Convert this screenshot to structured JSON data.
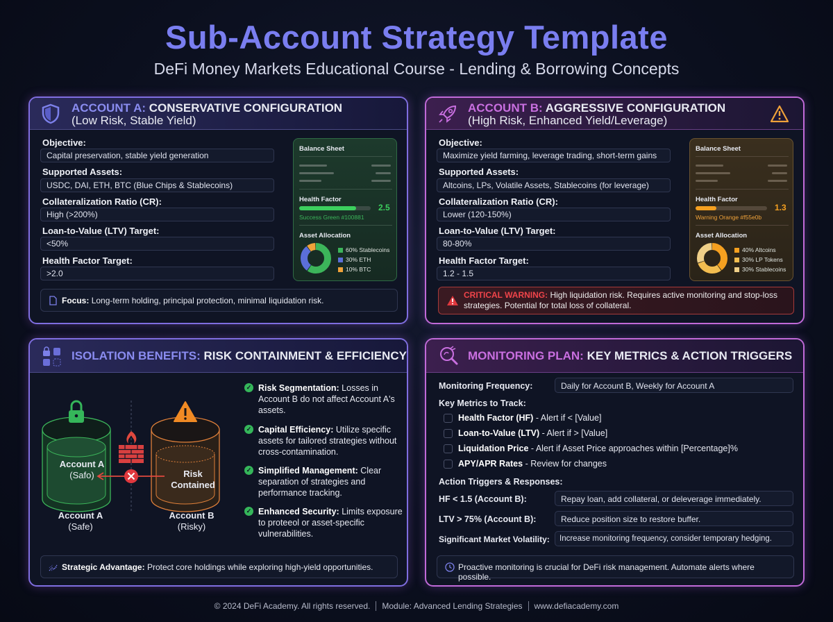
{
  "header": {
    "title": "Sub-Account Strategy Template",
    "subtitle": "DeFi Money Markets Educational Course - Lending & Borrowing Concepts"
  },
  "account_a": {
    "prefix": "ACCOUNT A:",
    "title": "CONSERVATIVE CONFIGURATION",
    "subtitle": "(Low Risk, Stable Yield)",
    "fields": [
      {
        "label": "Objective:",
        "value": "Capital preservation, stable yield generation"
      },
      {
        "label": "Supported Assets:",
        "value": "USDC, DAI, ETH, BTC (Blue Chips & Stablecoins)"
      },
      {
        "label": "Collateralization Ratio (CR):",
        "value": "High (>200%)"
      },
      {
        "label": "Loan-to-Value (LTV) Target:",
        "value": "<50%"
      },
      {
        "label": "Health Factor Target:",
        "value": ">2.0"
      }
    ],
    "balance_sheet": {
      "title": "Balance Sheet",
      "health_label": "Health Factor",
      "health_value": "2.5",
      "health_fill_pct": 80,
      "health_note": "Success Green #100881",
      "allocation_title": "Asset Allocation",
      "allocation": [
        {
          "label": "60% Stablecoins",
          "value": 60,
          "color": "#3cb55a"
        },
        {
          "label": "30% ETH",
          "value": 30,
          "color": "#5b6fd8"
        },
        {
          "label": "10% BTC",
          "value": 10,
          "color": "#f0a23a"
        }
      ]
    },
    "focus_label": "Focus:",
    "focus_text": "Long-term holding, principal protection, minimal liquidation risk."
  },
  "account_b": {
    "prefix": "ACCOUNT B:",
    "title": "AGGRESSIVE CONFIGURATION",
    "subtitle": "(High Risk, Enhanced Yield/Leverage)",
    "fields": [
      {
        "label": "Objective:",
        "value": "Maximize yield farming, leverage trading, short-term gains"
      },
      {
        "label": "Supported Assets:",
        "value": "Altcoins, LPs, Volatile Assets, Stablecoins (for leverage)"
      },
      {
        "label": "Collateralization Ratio (CR):",
        "value": "Lower (120-150%)"
      },
      {
        "label": "Loan-to-Value (LTV) Target:",
        "value": "80-80%"
      },
      {
        "label": "Health Factor Target:",
        "value": "1.2 - 1.5"
      }
    ],
    "balance_sheet": {
      "title": "Balance Sheet",
      "health_label": "Health Factor",
      "health_value": "1.3",
      "health_fill_pct": 29,
      "health_note": "Warning Orange #f55e0b",
      "allocation_title": "Asset Allocation",
      "allocation": [
        {
          "label": "40% Altcoins",
          "value": 40,
          "color": "#f5a020"
        },
        {
          "label": "30% LP Tokens",
          "value": 30,
          "color": "#f3bd50"
        },
        {
          "label": "30% Stablecoins",
          "value": 30,
          "color": "#efcf88"
        }
      ]
    },
    "warning_label": "CRITICAL WARNING:",
    "warning_text": "High liquidation risk. Requires active monitoring and stop-loss strategies. Potential for total loss of collateral."
  },
  "isolation": {
    "prefix": "ISOLATION BENEFITS:",
    "title": "RISK CONTAINMENT & EFFICIENCY",
    "diagram": {
      "a_inner": "Account A",
      "a_inner_sub": "(Safo)",
      "b_inner": "Risk",
      "b_inner_sub": "Contained",
      "a_label": "Account A",
      "a_sub": "(Safe)",
      "b_label": "Account B",
      "b_sub": "(Risky)"
    },
    "benefits": [
      {
        "title": "Risk Segmentation:",
        "text": "Losses in Account B do not affect Account A's assets."
      },
      {
        "title": "Capital Efficiency:",
        "text": "Utilize specific assets for tailored strategies without cross-contamination."
      },
      {
        "title": "Simplified Management:",
        "text": "Clear separation of strategies and performance tracking."
      },
      {
        "title": "Enhanced Security:",
        "text": "Limits exposure to proteeol or asset-specific vulnerabilities."
      }
    ],
    "advantage_label": "Strategic Advantage:",
    "advantage_text": "Protect core holdings while exploring high-yield opportunities."
  },
  "monitoring": {
    "prefix": "MONITORING PLAN:",
    "title": "KEY METRICS & ACTION TRIGGERS",
    "frequency_label": "Monitoring Frequency:",
    "frequency_value": "Daily for Account B, Weekly for Account A",
    "metrics_label": "Key Metrics to Track:",
    "metrics": [
      {
        "name": "Health Factor (HF)",
        "text": " - Alert if < [Value]"
      },
      {
        "name": "Loan-to-Value (LTV)",
        "text": " - Alert if > [Value]"
      },
      {
        "name": "Liquidation Price",
        "text": " - Alert if Asset Price approaches within [Percentage]%"
      },
      {
        "name": "APY/APR Rates",
        "text": " - Review for changes"
      }
    ],
    "triggers_label": "Action Triggers & Responses:",
    "triggers": [
      {
        "label": "HF < 1.5 (Account B):",
        "value": "Repay loan, add collateral, or deleverage immediately."
      },
      {
        "label": "LTV > 75% (Account B):",
        "value": "Reduce position size to restore buffer."
      },
      {
        "label": "Significant Market Volatility:",
        "value": "Increase monitoring frequency, consider temporary hedging."
      }
    ],
    "note": "Proactive monitoring is crucial for DeFi risk management. Automate alerts where possible."
  },
  "footer": {
    "copyright": "© 2024 DeFi Academy. All rights reserved.",
    "module": "Module: Advanced Lending Strategies",
    "website": "www.defiacademy.com"
  }
}
